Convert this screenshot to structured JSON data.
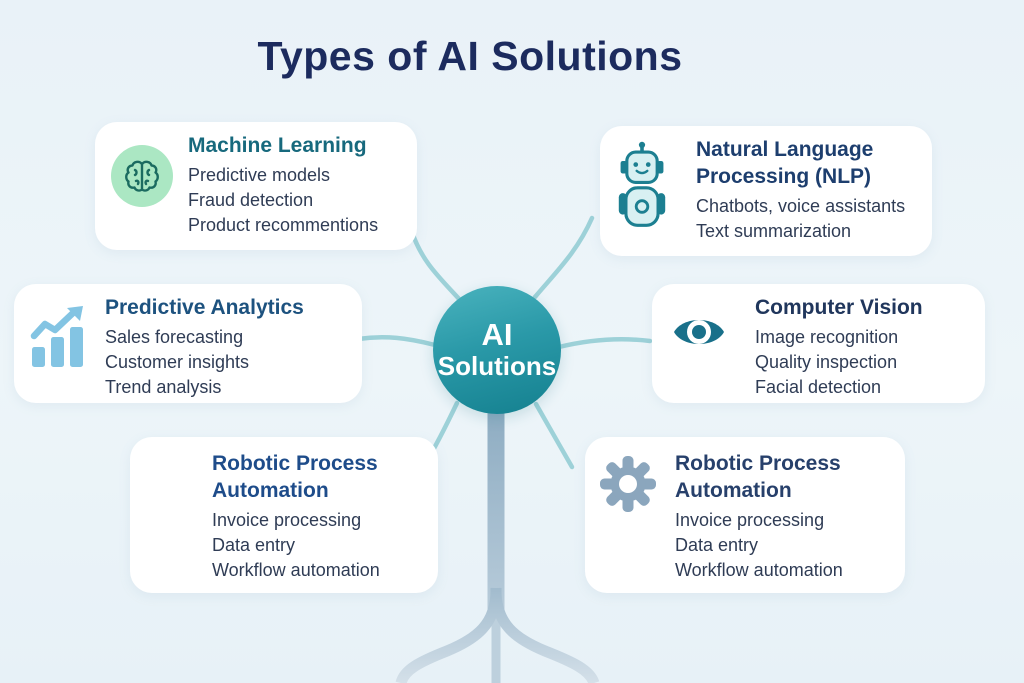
{
  "title": "Types of AI Solutions",
  "center_node": {
    "line1": "AI",
    "line2": "Solutions"
  },
  "cards": [
    {
      "key": "machine-learning",
      "title": "Machine Learning",
      "title_color": "#17697d",
      "icon": "brain-icon",
      "items": [
        "Predictive models",
        "Fraud detection",
        "Product recommentions"
      ]
    },
    {
      "key": "natural-language-processing",
      "title": "Natural Language Processing (NLP)",
      "title_color": "#1d3e6e",
      "icon": "robot-icon",
      "items": [
        "Chatbots, voice assistants",
        "Text summarization"
      ]
    },
    {
      "key": "predictive-analytics",
      "title": "Predictive Analytics",
      "title_color": "#1d527f",
      "icon": "bar-chart-icon",
      "items": [
        "Sales forecasting",
        "Customer insights",
        "Trend analysis"
      ]
    },
    {
      "key": "computer-vision",
      "title": "Computer Vision",
      "title_color": "#20365c",
      "icon": "eye-icon",
      "items": [
        "Image recognition",
        "Quality inspection",
        "Facial detection"
      ]
    },
    {
      "key": "robotic-process-automation-left",
      "title": "Robotic Process Automation",
      "title_color": "#1e4c8a",
      "icon": null,
      "items": [
        "Invoice processing",
        "Data entry",
        "Workflow automation"
      ]
    },
    {
      "key": "robotic-process-automation-right",
      "title": "Robotic Process Automation",
      "title_color": "#27406b",
      "icon": "gear-icon",
      "items": [
        "Invoice processing",
        "Data entry",
        "Workflow automation"
      ]
    }
  ],
  "colors": {
    "background": "#ebf4f8",
    "card_background": "#ffffff",
    "main_title": "#1c2b5e",
    "body_text": "#2f3c55",
    "center_node_top": "#4ab3be",
    "center_node_bottom": "#14808f",
    "connector": "#9dd1d8",
    "trunk": "#8cabc1",
    "brain_icon_bg": "#abe7c3",
    "brain_icon_stroke": "#1b6b60",
    "robot_icon_fill": "#d8f0f2",
    "robot_icon_stroke": "#1c7f91",
    "bar_chart_icon": "#83c4e3",
    "eye_icon": "#19708a",
    "gear_icon": "#8ba6bd"
  }
}
